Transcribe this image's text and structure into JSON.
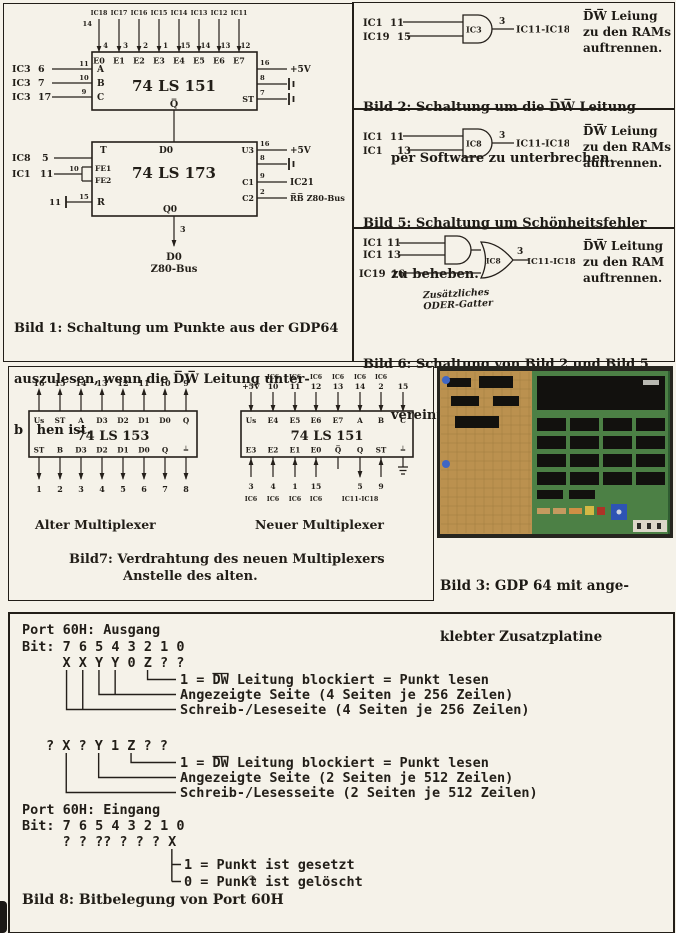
{
  "bild1": {
    "top_ics": [
      "IC18",
      "IC17",
      "IC16",
      "IC15",
      "IC14",
      "IC13",
      "IC12",
      "IC11"
    ],
    "top_pins": [
      "4",
      "3",
      "2",
      "1",
      "15",
      "14",
      "13",
      "12"
    ],
    "top_left_pin": "14",
    "e_labels": [
      "E0",
      "E1",
      "E2",
      "E3",
      "E4",
      "E5",
      "E6",
      "E7"
    ],
    "chip1_name": "74 LS 151",
    "abc_rows": [
      {
        "src": "IC3",
        "srcpin": "6",
        "pin": "11",
        "label": "A"
      },
      {
        "src": "IC3",
        "srcpin": "7",
        "pin": "10",
        "label": "B"
      },
      {
        "src": "IC3",
        "srcpin": "17",
        "pin": "9",
        "label": "C"
      }
    ],
    "c1_r1_pin": "16",
    "c1_r1_label": "+5V",
    "c1_r2_pin": "8",
    "c1_r3_pin": "7",
    "c1_r3_inside": "ST",
    "qbar": "Q̅",
    "chip2_name": "74 LS 173",
    "t_label": "T",
    "d0_label": "D0",
    "c2_l1_src": "IC8",
    "c2_l1_pin": "5",
    "c2_l2_src": "IC1",
    "c2_l2_pin": "11",
    "c2_l2_chippin": "10",
    "fe1": "FE1",
    "fe2": "FE2",
    "r_label": "R",
    "r_pin": "15",
    "r_ext": "11",
    "c2_r1_inside": "U3",
    "c2_r1_pin": "16",
    "c2_r1_label": "+5V",
    "c2_r2_pin": "8",
    "c2_r3_inside": "C1",
    "c2_r3_pin": "9",
    "c2_r3_label": "IC21",
    "c2_r4_inside": "C2",
    "c2_r4_pin": "2",
    "c2_r4_label": "R̅B̅ Z80-Bus",
    "q0": "Q0",
    "q0_pin": "3",
    "out1": "D0",
    "out2": "Z80-Bus",
    "cap1": "Bild 1: Schaltung um Punkte aus der GDP64",
    "cap2": "auszulesen, wenn die D̅W̅ Leitung unter-",
    "cap3": "b   hen ist."
  },
  "bild2": {
    "in1": "IC1",
    "in1_pin": "11",
    "in2": "IC19",
    "in2_pin": "15",
    "gate": "IC3",
    "out_pin": "3",
    "target": "IC11-IC18",
    "note1": "D̅W̅ Leiung",
    "note2": "zu den RAMs",
    "note3": "auftrennen.",
    "cap1": "Bild 2: Schaltung um die D̅W̅ Leitung",
    "cap2": "per Software zu unterbrechen."
  },
  "bild5": {
    "in1": "IC1",
    "in1_pin": "11",
    "in2": "IC1",
    "in2_pin": "13",
    "gate": "IC8",
    "out_pin": "3",
    "target": "IC11-IC18",
    "note1": "D̅W̅ Leiung",
    "note2": "zu den RAMs",
    "note3": "auftrennen.",
    "cap1": "Bild 5: Schaltung um Schönheitsfehler",
    "cap2": "zu beheben."
  },
  "bild6": {
    "in1": "IC1",
    "in1_pin": "11",
    "in2": "IC1",
    "in2_pin": "13",
    "in3": "IC19",
    "in3_pin": "16",
    "gate": "IC8",
    "out_pin": "3",
    "target": "IC11-IC18",
    "hand1": "Zusätzliches",
    "hand2": "ODER-Gatter",
    "note1": "D̅W̅ Leitung",
    "note2": "zu den RAM",
    "note3": "auftrennen.",
    "cap1": "Bild 6: Schaltung von Bild 2 und Bild 5",
    "cap2": "vereinigt."
  },
  "bild7": {
    "old": {
      "name": "74 LS 153",
      "top_pins": [
        "16",
        "15",
        "14",
        "13",
        "12",
        "11",
        "10",
        "9"
      ],
      "top_labels": [
        "Us",
        "ST",
        "A",
        "D3",
        "D2",
        "D1",
        "D0",
        "Q"
      ],
      "bottom_labels": [
        "ST",
        "B",
        "D3",
        "D2",
        "D1",
        "D0",
        "Q",
        "╧"
      ],
      "bottom_pins": [
        "1",
        "2",
        "3",
        "4",
        "5",
        "6",
        "7",
        "8"
      ],
      "label": "Alter Multiplexer"
    },
    "new": {
      "name": "74 LS 151",
      "top_tiny": [
        "",
        "IC6",
        "IC6",
        "IC6",
        "IC6",
        "IC6",
        "IC6",
        ""
      ],
      "top_pins": [
        "+5V",
        "10",
        "11",
        "12",
        "13",
        "14",
        "2",
        "15"
      ],
      "top_labels": [
        "Us",
        "E4",
        "E5",
        "E6",
        "E7",
        "A",
        "B",
        "C"
      ],
      "bottom_labels": [
        "E3",
        "E2",
        "E1",
        "E0",
        "Q̅",
        "Q",
        "ST",
        "╧"
      ],
      "bottom_pins": [
        "3",
        "4",
        "1",
        "15",
        "",
        "5",
        "9",
        ""
      ],
      "bottom_tiny": [
        "IC6",
        "IC6",
        "IC6",
        "IC6",
        "",
        "IC11-IC18",
        "",
        ""
      ],
      "label": "Neuer Multiplexer"
    },
    "cap1": "Bild7: Verdrahtung des neuen Multiplexers",
    "cap2": "Anstelle des alten."
  },
  "bild3": {
    "cap1": "Bild 3: GDP 64 mit ange-",
    "cap2": "klebter Zusatzplatine"
  },
  "bild8": {
    "out_title": "Port 60H: Ausgang",
    "bit_header": "Bit: 7 6 5 4 3 2 1 0",
    "row1": "X X Y Y 0 Z ? ?",
    "d1": "1 = DW Leitung blockiert = Punkt lesen",
    "d2": "Angezeigte Seite (4 Seiten je 256 Zeilen)",
    "d3": "Schreib-/Leseseite (4 Seiten je 256 Zeilen)",
    "row2": "? X ? Y 1 Z ? ?",
    "d4": "1 = DW Leitung blockiert = Punkt lesen",
    "d5": "Angezeigte Seite (2 Seiten je 512 Zeilen)",
    "d6": "Schreib-/Lesesseite (2 Seiten je 512 Zeilen)",
    "in_title": "Port 60H: Eingang",
    "bit_header2": "Bit: 7 6 5 4 3 2 1 0",
    "row3": "? ? ?? ? ? ? X",
    "d7": "1 = Punkt ist gesetzt",
    "d8": "0 = Punkt ist gelöscht",
    "caption": "Bild 8: Bitbelegung von Port 60H"
  }
}
